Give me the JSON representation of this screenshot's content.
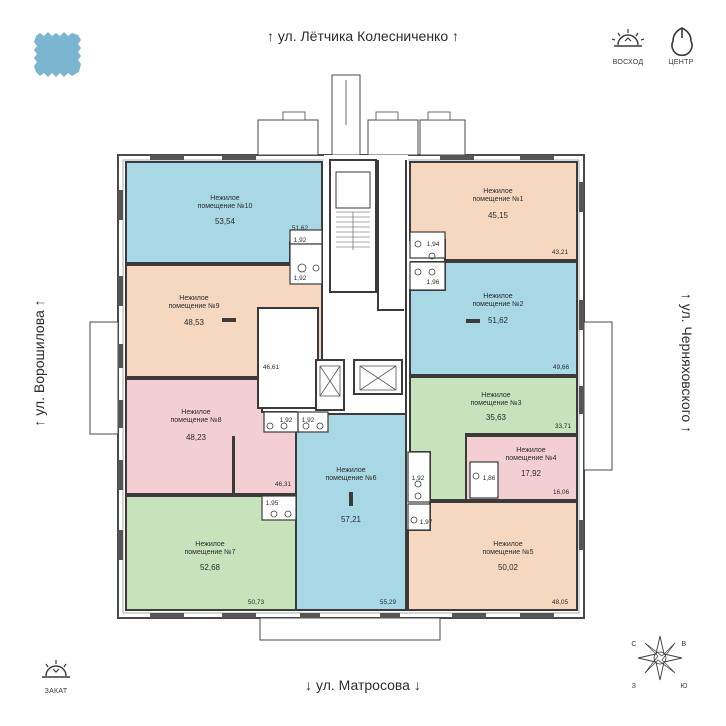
{
  "streets": {
    "top": "↑ ул. Лётчика Колесниченко ↑",
    "bottom": "↓ ул. Матросова ↓",
    "left": "↑ ул. Ворошилова ↑",
    "right": "↑ ул. Черняховского ↑"
  },
  "icons": {
    "sunrise_label": "ВОСХОД",
    "center_label": "ЦЕНТР",
    "sunset_label": "ЗАКАТ",
    "compass": {
      "n": "С",
      "e": "В",
      "s": "Ю",
      "w": "З"
    }
  },
  "colors": {
    "blue": "#a8d8e6",
    "peach": "#f6d8c0",
    "pink": "#f3cfd3",
    "green": "#c6e3bc",
    "logo": "#7bb5cf"
  },
  "rooms": [
    {
      "id": "10",
      "line1": "Нежилое",
      "line2": "помещение №10",
      "area": "53,54",
      "corner": "51,62",
      "color": "blue"
    },
    {
      "id": "9",
      "line1": "Нежилое",
      "line2": "помещение №9",
      "area": "48,53",
      "corner": "46,61",
      "color": "peach"
    },
    {
      "id": "8",
      "line1": "Нежилое",
      "line2": "помещение №8",
      "area": "48,23",
      "corner": "46,31",
      "color": "pink"
    },
    {
      "id": "7",
      "line1": "Нежилое",
      "line2": "помещение №7",
      "area": "52,68",
      "corner": "50,73",
      "color": "green"
    },
    {
      "id": "6",
      "line1": "Нежилое",
      "line2": "помещение №6",
      "area": "57,21",
      "corner": "55,29",
      "color": "blue"
    },
    {
      "id": "1",
      "line1": "Нежилое",
      "line2": "помещение №1",
      "area": "45,15",
      "corner": "43,21",
      "color": "peach"
    },
    {
      "id": "2",
      "line1": "Нежилое",
      "line2": "помещение №2",
      "area": "51,62",
      "corner": "49,66",
      "color": "blue"
    },
    {
      "id": "3",
      "line1": "Нежилое",
      "line2": "помещение №3",
      "area": "35,63",
      "corner": "33,71",
      "color": "green"
    },
    {
      "id": "4",
      "line1": "Нежилое",
      "line2": "помещение №4",
      "area": "17,92",
      "corner": "16,06",
      "color": "pink"
    },
    {
      "id": "5",
      "line1": "Нежилое",
      "line2": "помещение №5",
      "area": "50,02",
      "corner": "48,05",
      "color": "peach"
    }
  ],
  "bathrooms": [
    "1,92",
    "1,92",
    "1,92",
    "1,92",
    "1,95",
    "1,94",
    "1,96",
    "1,92",
    "1,86",
    "1,97"
  ]
}
